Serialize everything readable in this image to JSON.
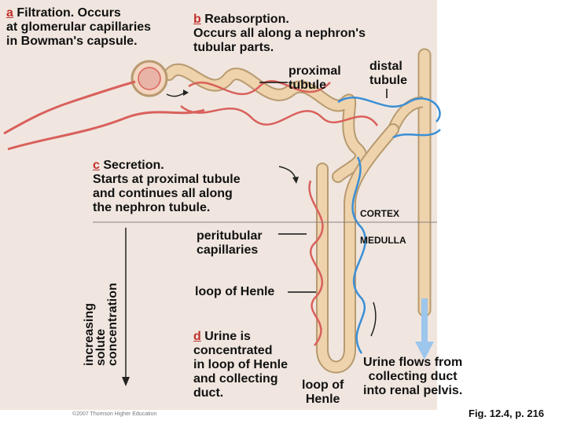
{
  "labels": {
    "a_letter": "a",
    "a_text": " Filtration. Occurs\nat glomerular capillaries\nin Bowman's capsule.",
    "b_letter": "b",
    "b_text": " Reabsorption.\nOccurs all along a nephron's\ntubular parts.",
    "c_letter": "c",
    "c_text": " Secretion.\nStarts at proximal tubule\nand continues all along\nthe nephron tubule.",
    "d_letter": "d",
    "d_text": " Urine is\nconcentrated\nin loop of Henle\nand collecting\nduct.",
    "proximal_tubule": "proximal\ntubule",
    "distal_tubule": "distal\ntubule",
    "cortex": "CORTEX",
    "medulla": "MEDULLA",
    "peritubular_capillaries": "peritubular\ncapillaries",
    "loop_of_henle": "loop of Henle",
    "loop_of_henle_bottom": "loop of\nHenle",
    "increasing_solute": "increasing\nsolute\nconcentration",
    "urine_flows": "Urine flows from\ncollecting duct\ninto renal pelvis.",
    "figure_ref": "Fig. 12.4, p. 216",
    "copyright": "©2007 Thomson Higher Education"
  },
  "colors": {
    "panel_bg": "#f0e6df",
    "tubule": "#e8c9a0",
    "tubule_edge": "#b89a70",
    "artery": "#d9605c",
    "vein": "#3a8fd6",
    "accent_letter": "#c0302b"
  }
}
